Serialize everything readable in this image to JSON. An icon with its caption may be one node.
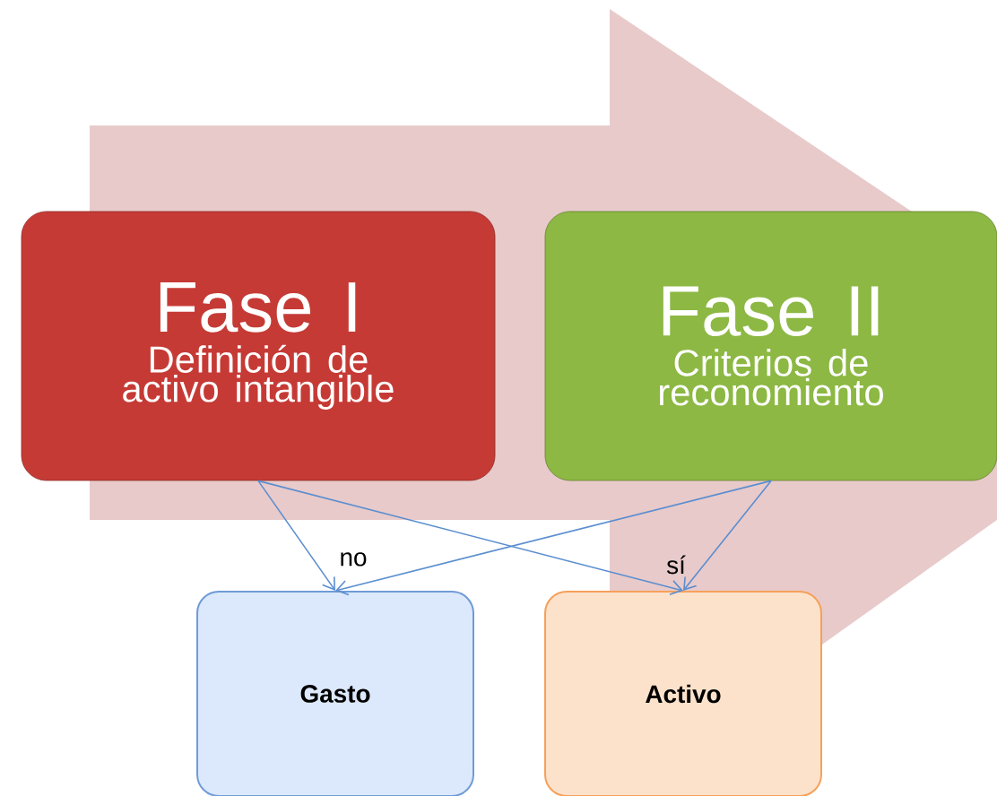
{
  "diagram": {
    "nodes": [
      {
        "text": [
          "Fase I",
          "Definición de activo intangible"
        ]
      },
      {
        "text": [
          "Fase II",
          "Criterios de reconomiento"
        ]
      },
      {
        "text": [
          "Gasto"
        ]
      },
      {
        "text": [
          "Activo"
        ]
      }
    ],
    "edges": [
      {
        "from": 0,
        "to": 2,
        "arrow": "to",
        "label": "no"
      },
      {
        "from": 0,
        "to": 3,
        "arrow": "to"
      },
      {
        "from": 1,
        "to": 2,
        "arrow": "to"
      },
      {
        "from": 1,
        "to": 3,
        "arrow": "to",
        "label": "sí"
      }
    ]
  }
}
